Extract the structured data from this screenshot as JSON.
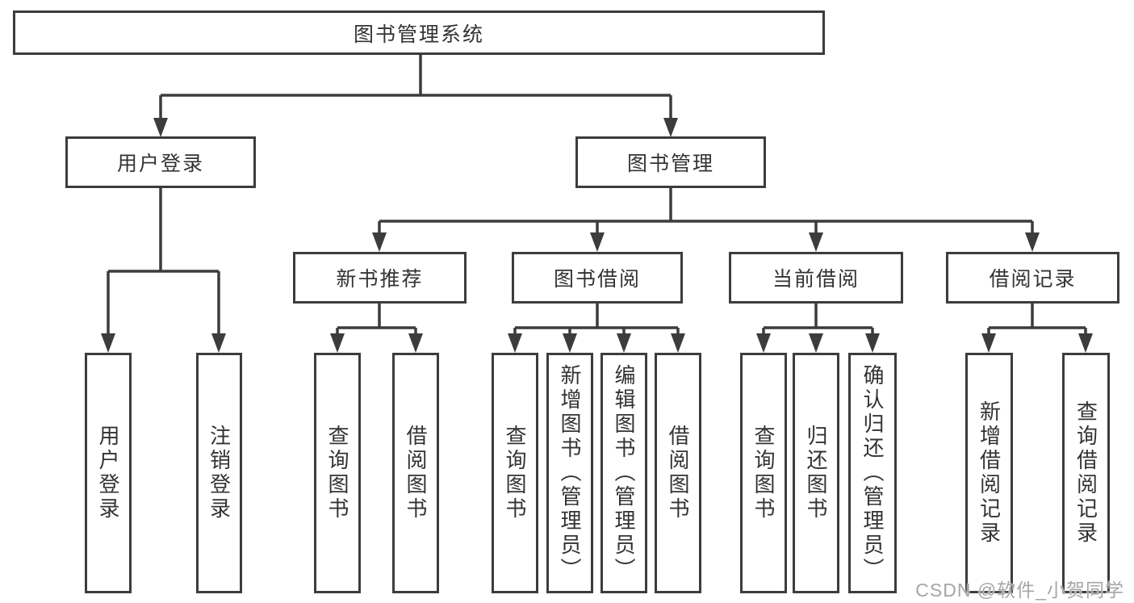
{
  "nodes": {
    "root": "图书管理系统",
    "user_login": "用户登录",
    "book_management": "图书管理",
    "new_book_recommend": "新书推荐",
    "book_borrow": "图书借阅",
    "current_borrow": "当前借阅",
    "borrow_records": "借阅记录"
  },
  "leaves": {
    "user_login": [
      "用户登录",
      "注销登录"
    ],
    "new_book_recommend": [
      "查询图书",
      "借阅图书"
    ],
    "book_borrow": [
      "查询图书",
      "新增图书（管理员）",
      "编辑图书（管理员）",
      "借阅图书"
    ],
    "current_borrow": [
      "查询图书",
      "归还图书",
      "确认归还（管理员）"
    ],
    "borrow_records": [
      "新增借阅记录",
      "查询借阅记录"
    ]
  },
  "watermark": "CSDN @软件_小贺同学",
  "colors": {
    "line": "#3c3c3c",
    "text": "#333333",
    "watermark": "#a6a6a6",
    "background": "#ffffff"
  }
}
